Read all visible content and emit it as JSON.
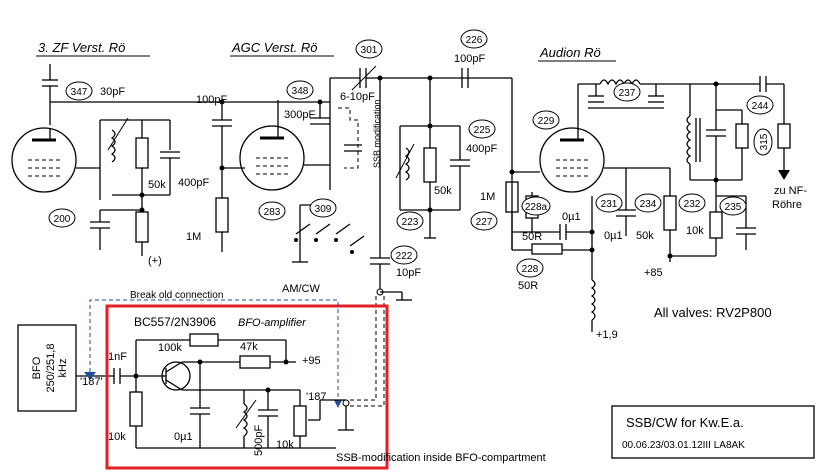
{
  "headings": {
    "zf": "3. ZF Verst. Rö",
    "agc": "AGC Verst. Rö",
    "audion": "Audion Rö"
  },
  "numbers": {
    "n347": "347",
    "n348": "348",
    "n301": "301",
    "n226": "226",
    "n225": "225",
    "n229": "229",
    "n237": "237",
    "n244": "244",
    "n315": "315",
    "n200": "200",
    "n283": "283",
    "n309": "309",
    "n223": "223",
    "n227": "227",
    "n222": "222",
    "n228a": "228a",
    "n228": "228",
    "n231": "231",
    "n234": "234",
    "n232": "232",
    "n235": "235"
  },
  "values": {
    "v30pf": "30pF",
    "v100pf_agc": "100pF",
    "v300pf": "300pF",
    "v6_10pf": "6-10pF",
    "v100pf_audion": "100pF",
    "v400pf_right": "400pF",
    "v50k_left": "50k",
    "v400pf_left": "400pF",
    "v50k_mid": "50k",
    "v1m_left": "1M",
    "v_plus": "(+)",
    "v1m_right": "1M",
    "v10pf": "10pF",
    "v50r_a": "50R",
    "v50r_b": "50R",
    "v0u1_a": "0µ1",
    "v0u1_b": "0µ1",
    "v50k_right": "50k",
    "v10k_right": "10k",
    "v_plus85": "+85",
    "v_plus19": "+1,9",
    "v_amcw": "AM/CW",
    "v_zu_nf": "zu NF-",
    "v_rohre": "Röhre",
    "v100k": "100k",
    "v47k": "47k",
    "v_plus95": "+95",
    "v1nf": "1nF",
    "v10k_bfo": "10k",
    "v0u1_bfo": "0µ1",
    "v500pf": "500pF",
    "v10k_pot": "10k"
  },
  "labels": {
    "ssb_modification": "SSB modification",
    "bfo_line1": "BFO",
    "bfo_line2": "250/251,8",
    "bfo_line3": "kHz",
    "break_old_connection": "Break old connection",
    "transistor": "BC557/2N3906",
    "bfo_amplifier": "BFO-amplifier",
    "pin187_left": "'187'",
    "pin187_right": "'187",
    "ssb_inside_bfo": "SSB-modification inside BFO-compartment",
    "all_valves": "All valves: RV2P800"
  },
  "title_block": {
    "title": "SSB/CW for Kw.E.a.",
    "dates": "00.06.23/03.01.12III  LA8AK"
  },
  "colors": {
    "highlight_frame": "#e31e24",
    "old_connection": "#1f4e9a"
  }
}
